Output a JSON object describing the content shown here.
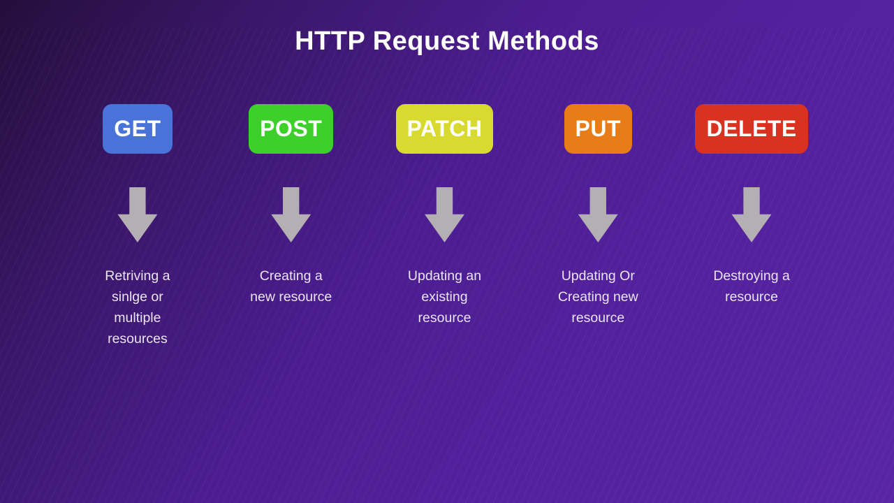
{
  "page": {
    "title": "HTTP Request Methods"
  },
  "colors": {
    "background_dark_corner": "#240e3b",
    "background_light_corner": "#5a26a8",
    "arrow": "#b3afb3",
    "badge_text": "#ffffff",
    "description_text": "#eae5f4",
    "title_text": "#ffffff"
  },
  "icons": {
    "arrow": "block-down-arrow"
  },
  "methods": [
    {
      "label": "GET",
      "color": "#4a73da",
      "description": "Retriving a\nsinlge or\nmultiple\nresources"
    },
    {
      "label": "POST",
      "color": "#3ed02a",
      "description": "Creating a\nnew resource"
    },
    {
      "label": "PATCH",
      "color": "#d9da2f",
      "description": "Updating an\nexisting\nresource"
    },
    {
      "label": "PUT",
      "color": "#e87c17",
      "description": "Updating Or\nCreating new\nresource"
    },
    {
      "label": "DELETE",
      "color": "#d93220",
      "description": "Destroying a\nresource"
    }
  ]
}
